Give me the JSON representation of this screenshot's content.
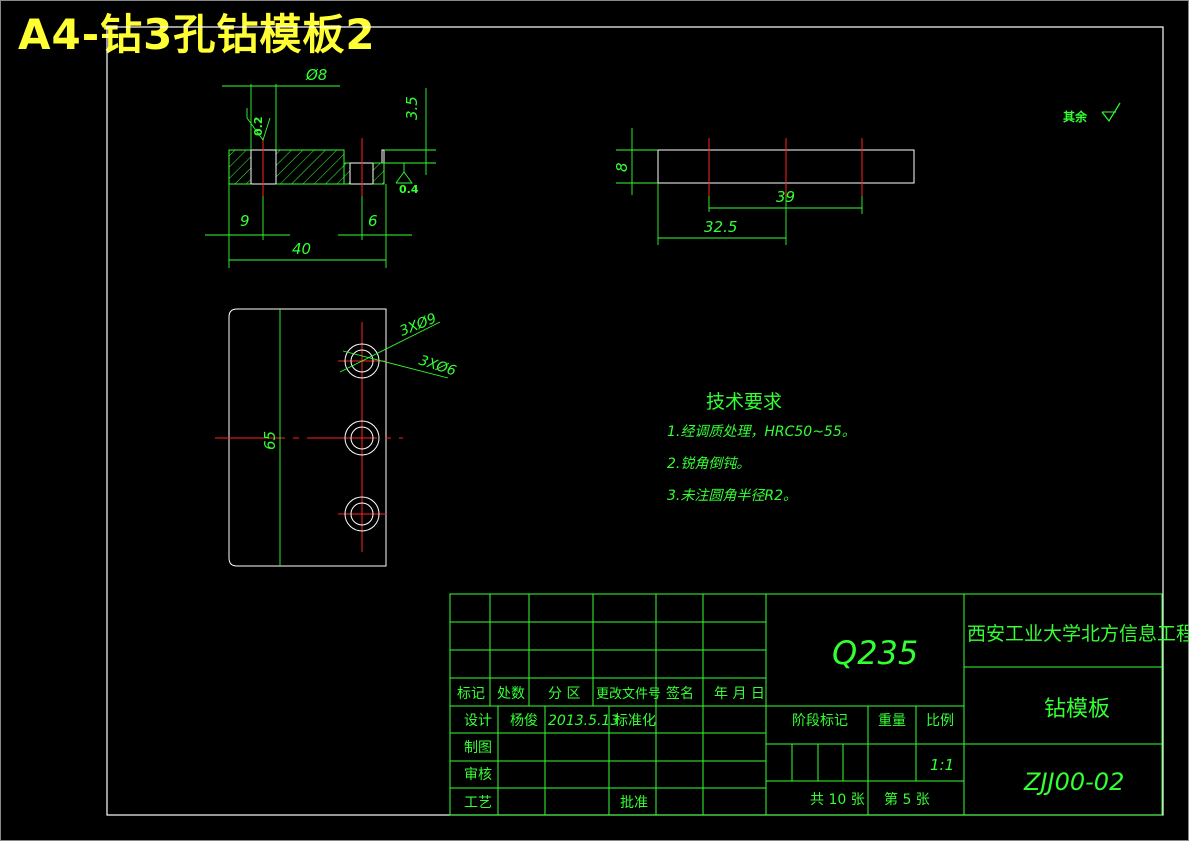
{
  "title": "A4-钻3孔钻模板2",
  "colors": {
    "background": "#000000",
    "frame": "#ffffff",
    "dimension": "#33ff33",
    "centerline": "#ff2222",
    "title": "#ffff33"
  },
  "roughness": {
    "qiyu_label": "其余",
    "ra_bore": "0.2",
    "ra_face": "0.4"
  },
  "front_view": {
    "dims": {
      "dia": "Ø8",
      "depth": "3.5",
      "left": "9",
      "right": "6",
      "overall": "40"
    }
  },
  "side_view": {
    "dims": {
      "thickness": "8",
      "d1": "39",
      "d2": "32.5"
    }
  },
  "plan_view": {
    "dims": {
      "height": "65",
      "hole1": "3XØ9",
      "hole2": "3XØ6"
    }
  },
  "tech_req": {
    "heading": "技术要求",
    "items": [
      "1.经调质处理，HRC50~55。",
      "2.锐角倒钝。",
      "3.未注圆角半径R2。"
    ]
  },
  "title_block": {
    "material": "Q235",
    "company": "西安工业大学北方信息工程学院",
    "part_name": "钻模板",
    "drawing_no": "ZJJ00-02",
    "headers": [
      "标记",
      "处数",
      "分 区",
      "更改文件号",
      "签名",
      "年 月 日"
    ],
    "design_label": "设计",
    "designer": "杨俊",
    "date": "2013.5.13",
    "standard_label": "标准化",
    "draw_label": "制图",
    "review_label": "审核",
    "process_label": "工艺",
    "approve_label": "批准",
    "stage_label": "阶段标记",
    "weight_label": "重量",
    "scale_label": "比例",
    "scale": "1:1",
    "sheets": "共 10 张",
    "sheet_no": "第 5 张"
  }
}
